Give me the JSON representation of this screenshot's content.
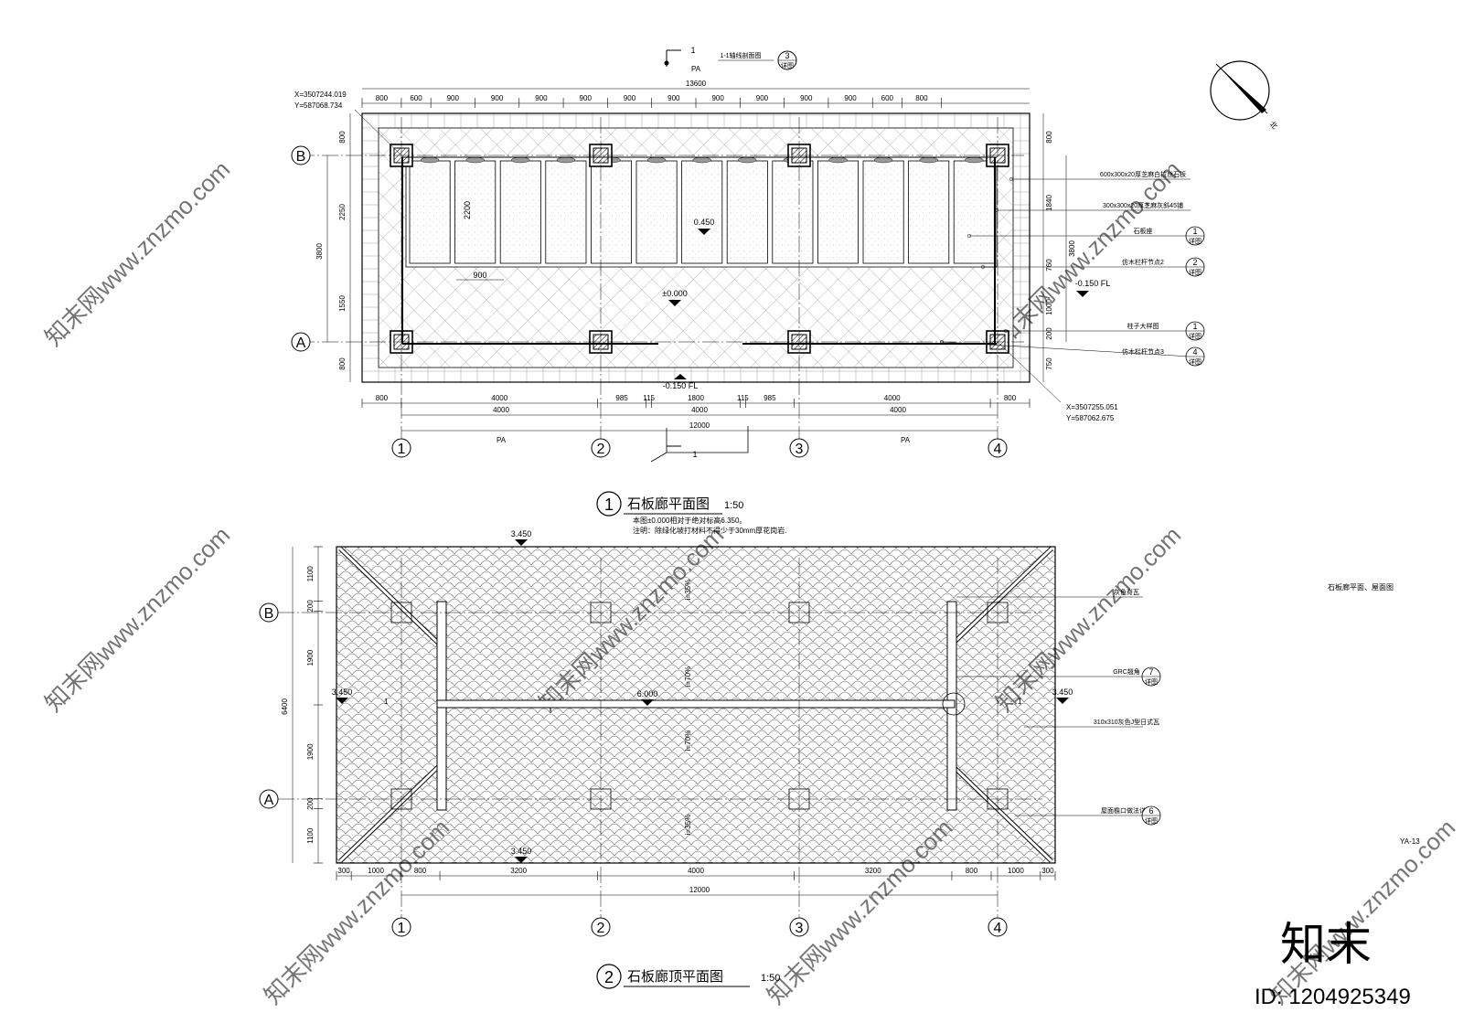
{
  "sheet": {
    "title_block_name": "石板廊平面、屋面图",
    "sheet_number": "YA-13",
    "watermark_logo": "知末",
    "watermark_id": "ID: 1204925349",
    "north_label": "北"
  },
  "plan": {
    "title_num": "1",
    "title": "石板廊平面图",
    "scale": "1:50",
    "note1": "本图±0.000相对于绝对标高6.350。",
    "note2": "注明：除绿化坡打材料不得少于30mm厚花岗岩.",
    "top_label_pa": "PA",
    "overall_top": "13600",
    "top_dims": [
      "800",
      "600",
      "900",
      "900",
      "900",
      "900",
      "900",
      "900",
      "900",
      "900",
      "900",
      "900",
      "600",
      "800"
    ],
    "bottom_dims_1": [
      "800",
      "4000",
      "985",
      "115",
      "1800",
      "115",
      "985",
      "4000",
      "800"
    ],
    "bottom_dims_2": [
      "4000",
      "4000",
      "4000"
    ],
    "bottom_overall": "12000",
    "bottom_pa": [
      "PA",
      "PA"
    ],
    "left_dims_inner": [
      "800",
      "2250",
      "1550",
      "800"
    ],
    "left_dims_outer": [
      "3800"
    ],
    "right_dims": [
      "800",
      "1840",
      "760",
      "1000",
      "200",
      "750"
    ],
    "right_overall": "3800",
    "coord1_x": "X=3507244.019",
    "coord1_y": "Y=587068.734",
    "coord2_x": "X=3507255.051",
    "coord2_y": "Y=587062.675",
    "level_1": "0.450",
    "level_2": "±0.000",
    "level_3": "-0.150 FL",
    "level_4": "-0.150 FL",
    "dim_2200": "2200",
    "dim_900": "900",
    "section_mark": "1",
    "section_mark_bottom": "1",
    "section_label": "1-1轴线剖面图",
    "callouts": [
      {
        "text": "600x300x20厚芝麻白拉丝石板",
        "num": "",
        "sheet": ""
      },
      {
        "text": "300x300x20厚芝麻灰斜45铺",
        "num": "",
        "sheet": ""
      },
      {
        "text": "石板座",
        "num": "1",
        "sheet": "详图"
      },
      {
        "text": "仿木栏杆节点2",
        "num": "2",
        "sheet": "详图"
      },
      {
        "text": "柱子大样图",
        "num": "1",
        "sheet": "详图"
      },
      {
        "text": "仿木栏杆节点3",
        "num": "4",
        "sheet": "详图"
      }
    ],
    "section_callout_num": "3",
    "section_callout_sheet": "详图",
    "grid_rows": [
      "B",
      "A"
    ],
    "grid_cols": [
      "1",
      "2",
      "3",
      "4"
    ]
  },
  "roof": {
    "title_num": "2",
    "title": "石板廊顶平面图",
    "scale": "1:50",
    "levels": [
      "3.450",
      "3.450",
      "3.450",
      "3.450",
      "6.000"
    ],
    "slopes": [
      "i=35%",
      "i=70%",
      "i=70%",
      "i=35%"
    ],
    "bottom_dims": [
      "300",
      "1000",
      "800",
      "3200",
      "4000",
      "3200",
      "800",
      "1000",
      "300"
    ],
    "bottom_overall": "12000",
    "left_dims": [
      "1100",
      "200",
      "1900",
      "1900",
      "200",
      "1100"
    ],
    "left_overall": "6400",
    "callouts": [
      {
        "text": "灰色脊瓦",
        "num": "",
        "sheet": ""
      },
      {
        "text": "GRC翘角",
        "num": "7",
        "sheet": "详图"
      },
      {
        "text": "310x310灰色J型日式瓦",
        "num": "",
        "sheet": ""
      },
      {
        "text": "屋面檐口做法详图",
        "num": "6",
        "sheet": "详图"
      }
    ],
    "grid_rows": [
      "B",
      "A"
    ],
    "grid_cols": [
      "1",
      "2",
      "3",
      "4"
    ],
    "section_marks": [
      "1",
      "1"
    ]
  },
  "colors": {
    "line": "#000000",
    "hatch": "#555555",
    "watermark": "#dddddd"
  }
}
